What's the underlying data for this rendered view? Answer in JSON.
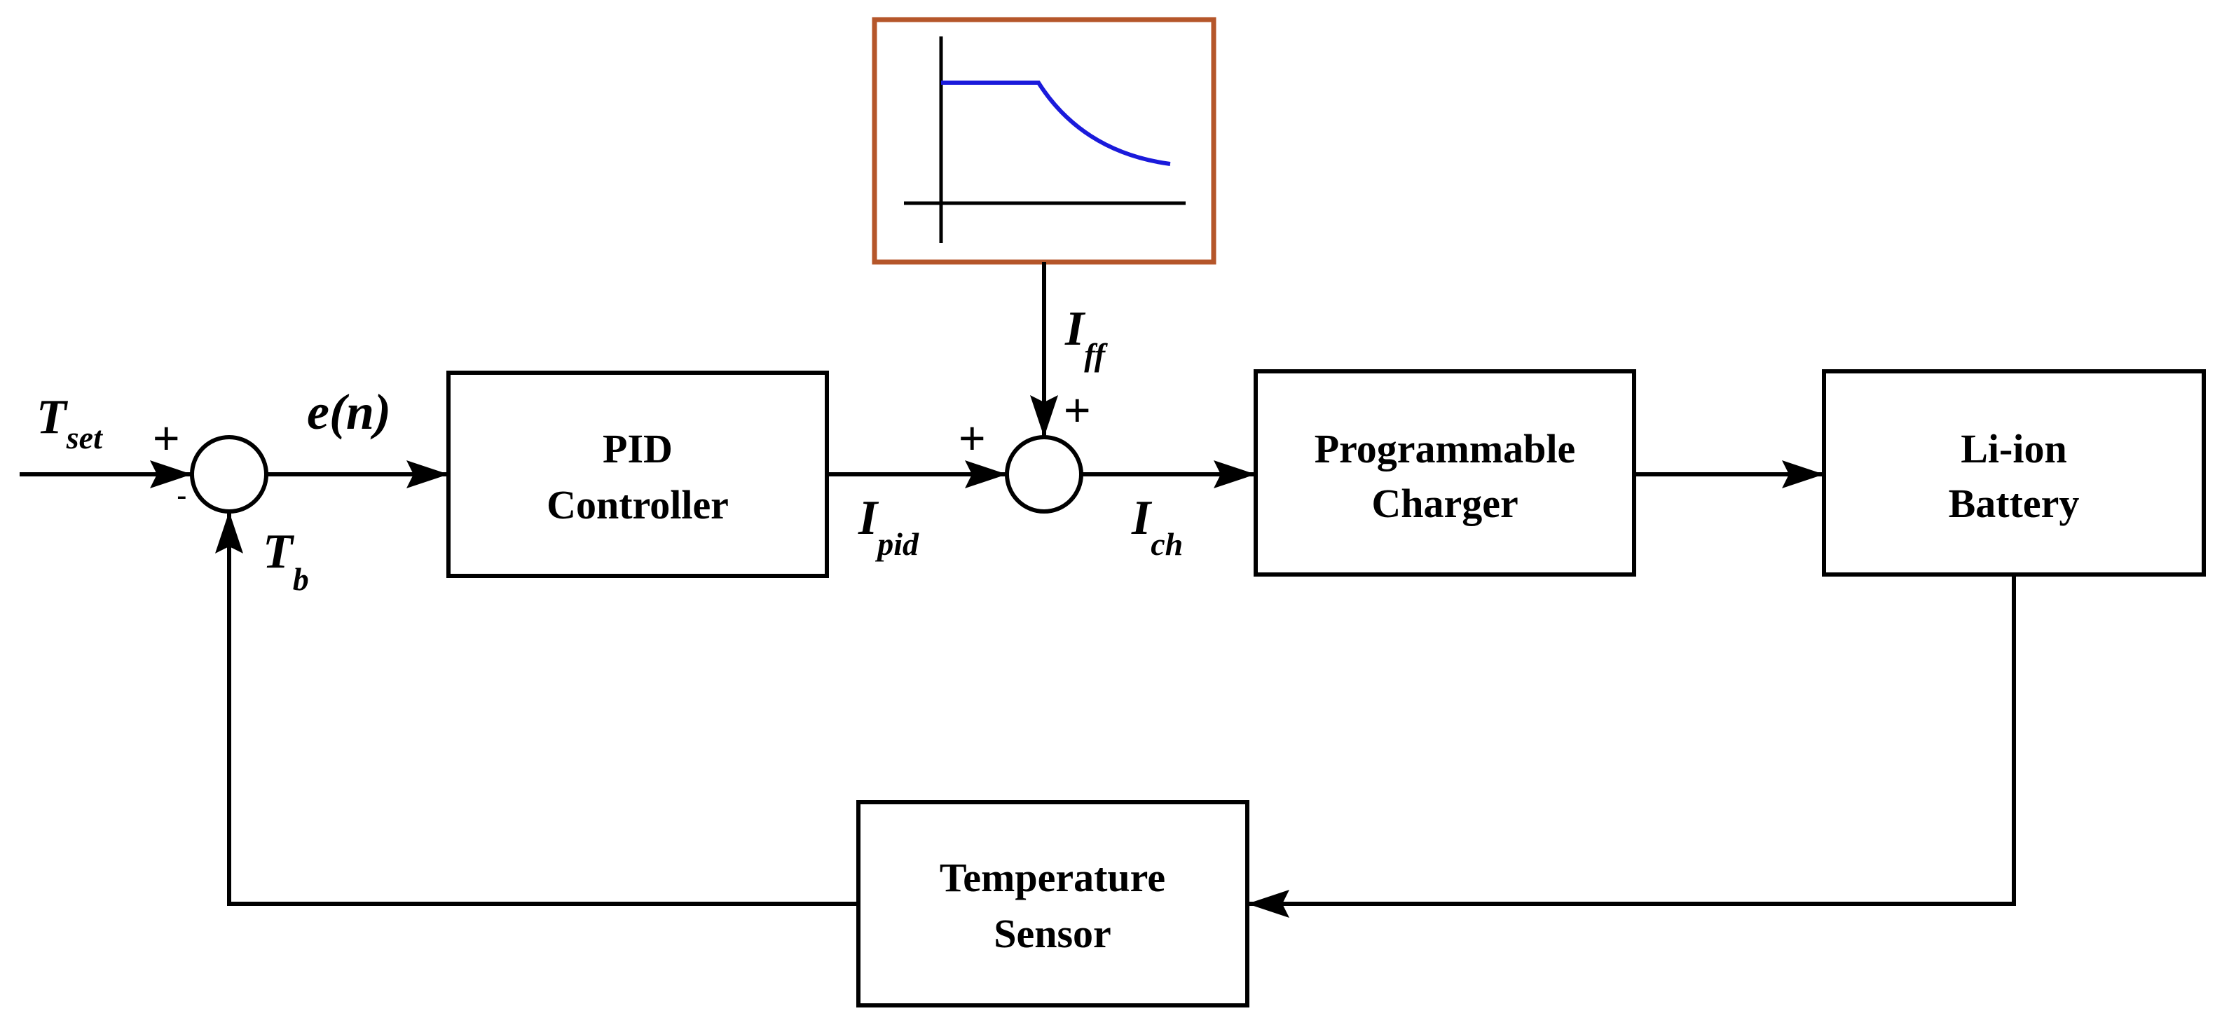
{
  "blocks": {
    "pid": {
      "line1": "PID",
      "line2": "Controller"
    },
    "charger": {
      "line1": "Programmable",
      "line2": "Charger"
    },
    "battery": {
      "line1": "Li-ion",
      "line2": "Battery"
    },
    "sensor": {
      "line1": "Temperature",
      "line2": "Sensor"
    }
  },
  "signals": {
    "t_set": {
      "main": "T",
      "sub": "set"
    },
    "e_n": "e(n)",
    "t_b": {
      "main": "T",
      "sub": "b"
    },
    "i_pid": {
      "main": "I",
      "sub": "pid"
    },
    "i_ff": {
      "main": "I",
      "sub": "ff"
    },
    "i_ch": {
      "main": "I",
      "sub": "ch"
    }
  },
  "signs": {
    "sum1_input_plus": "+",
    "sum1_feedback_minus": "-",
    "sum2_pid_plus": "+",
    "sum2_ff_plus": "+"
  },
  "colors": {
    "feedforward_box_border": "#b5562a",
    "feedforward_curve": "#1a1adb",
    "lines": "#000000"
  }
}
